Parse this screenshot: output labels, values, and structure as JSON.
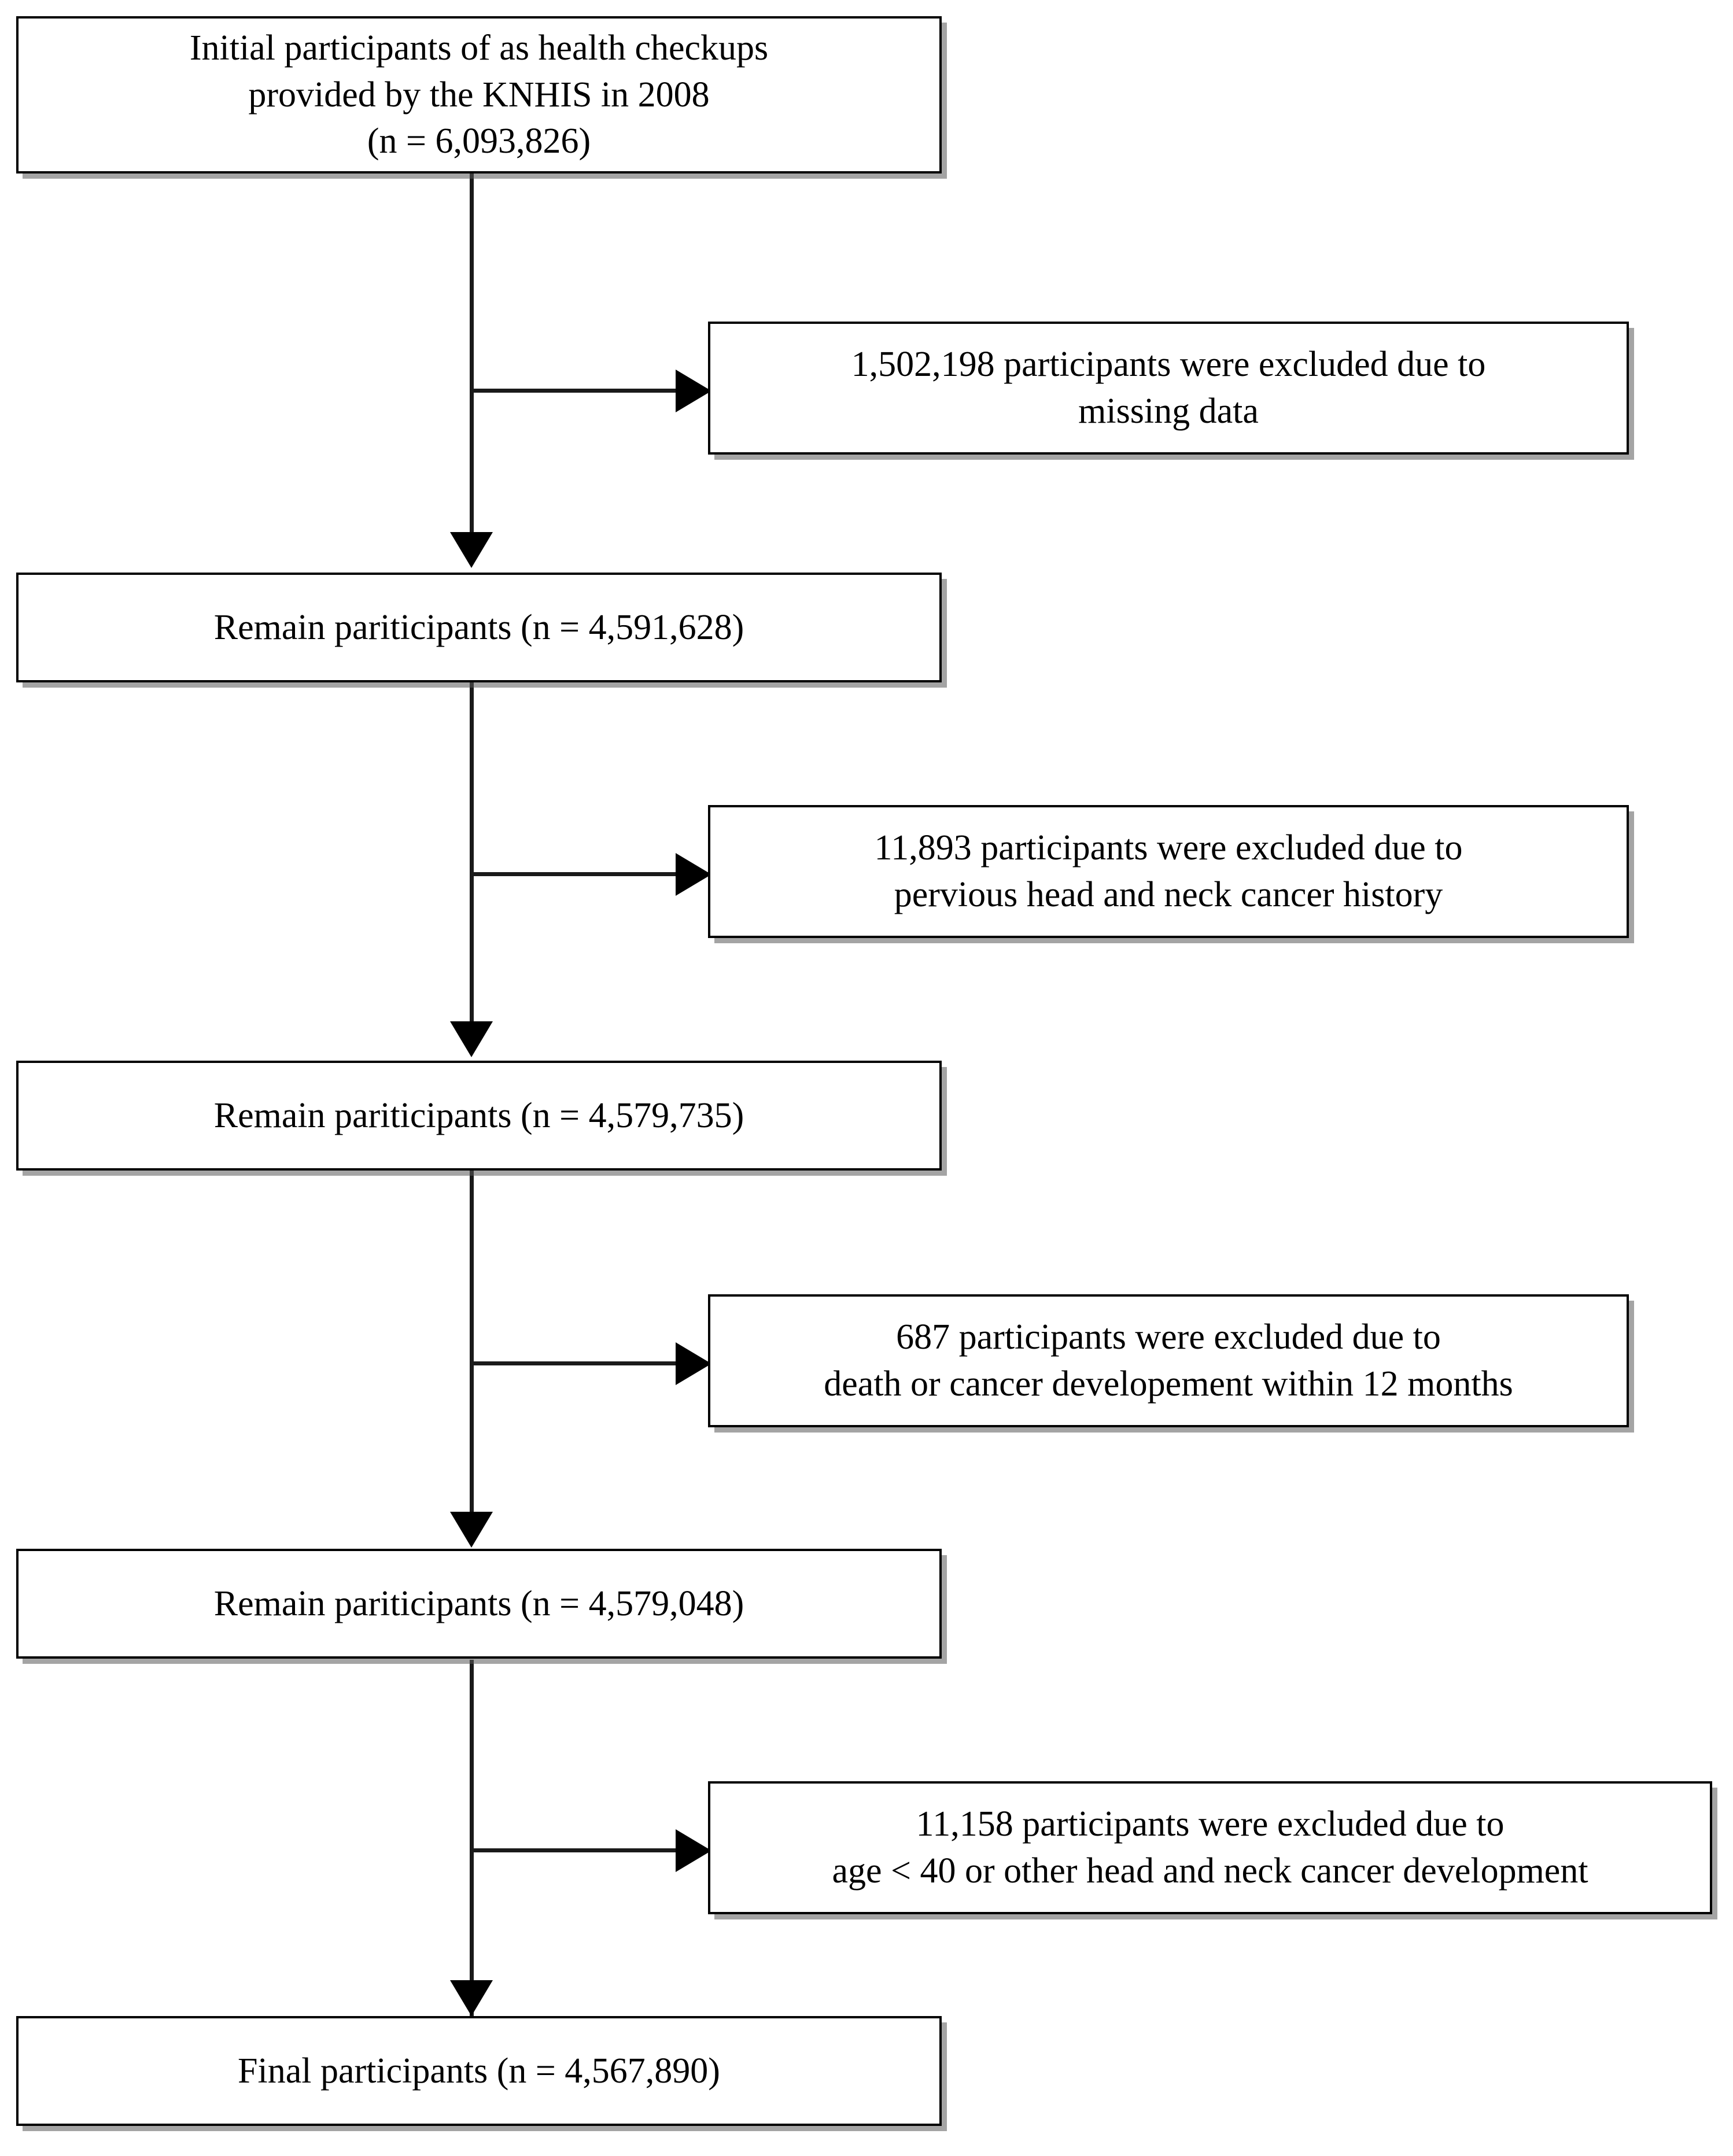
{
  "diagram": {
    "title": "Participant selection flow chart",
    "type": "flowchart",
    "orientation": "vertical",
    "colors": {
      "box_border": "#000000",
      "box_fill": "#ffffff",
      "line": "#1a1a1a",
      "shadow": "#5a5a5a",
      "text": "#000000"
    }
  },
  "main_nodes": [
    {
      "id": "initial",
      "label": "Initial participants of as health checkups\nprovided by the KNHIS in 2008\n(n = 6,093,826)",
      "count": "6,093,826"
    },
    {
      "id": "remain-1",
      "label": "Remain pariticipants (n = 4,591,628)",
      "count": "4,591,628"
    },
    {
      "id": "remain-2",
      "label": "Remain pariticipants (n = 4,579,735)",
      "count": "4,579,735"
    },
    {
      "id": "remain-3",
      "label": "Remain pariticipants (n = 4,579,048)",
      "count": "4,579,048"
    },
    {
      "id": "final",
      "label": "Final participants (n = 4,567,890)",
      "count": "4,567,890"
    }
  ],
  "exclusion_nodes": [
    {
      "id": "excl-1",
      "label": "1,502,198 participants were excluded due to\nmissing data",
      "count": "1,502,198",
      "reason": "missing data"
    },
    {
      "id": "excl-2",
      "label": "11,893 participants were excluded due to\npervious head and neck cancer history",
      "count": "11,893",
      "reason": "pervious head and neck cancer history"
    },
    {
      "id": "excl-3",
      "label": "687 participants were excluded due to\ndeath or cancer developement within 12 months",
      "count": "687",
      "reason": "death or cancer developement within 12 months"
    },
    {
      "id": "excl-4",
      "label": "11,158 participants were excluded due to\nage < 40 or other head and neck cancer development",
      "count": "11,158",
      "reason": "age < 40 or other head and neck cancer development"
    }
  ]
}
